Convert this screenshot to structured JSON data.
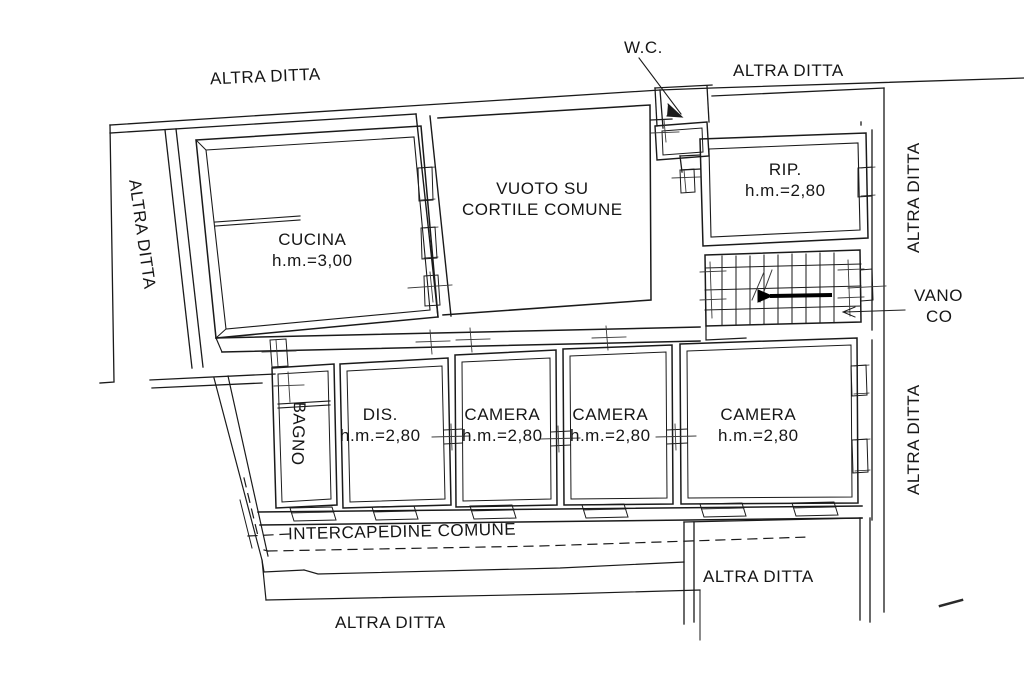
{
  "document": {
    "type": "architectural-floor-plan",
    "language": "it",
    "title": "Planimetria catastale"
  },
  "colors": {
    "line": "#1a1a1a",
    "thin_line": "#3a3a3a",
    "text": "#161616",
    "background": "#ffffff"
  },
  "rooms": [
    {
      "id": "cucina",
      "name": "CUCINA",
      "height_label": "h.m.=3,00"
    },
    {
      "id": "bagno",
      "name": "BAGNO",
      "height_label": ""
    },
    {
      "id": "dis",
      "name": "DIS.",
      "height_label": "h.m.=2,80"
    },
    {
      "id": "camera-1",
      "name": "CAMERA",
      "height_label": "h.m.=2,80"
    },
    {
      "id": "camera-2",
      "name": "CAMERA",
      "height_label": "h.m.=2,80"
    },
    {
      "id": "camera-3",
      "name": "CAMERA",
      "height_label": "h.m.=2,80"
    },
    {
      "id": "rip",
      "name": "RIP.",
      "height_label": "h.m.=2,80"
    }
  ],
  "annotations": {
    "wc": "W.C.",
    "courtyard_line1": "VUOTO SU",
    "courtyard_line2": "CORTILE COMUNE",
    "intercapedine": "INTERCAPEDINE COMUNE",
    "stairwell_line1": "VANO",
    "stairwell_line2": "CO"
  },
  "neighbors": [
    {
      "id": "altra-ditta-top-left",
      "label": "ALTRA DITTA"
    },
    {
      "id": "altra-ditta-top-right",
      "label": "ALTRA DITTA"
    },
    {
      "id": "altra-ditta-left",
      "label": "ALTRA DITTA"
    },
    {
      "id": "altra-ditta-right-upper",
      "label": "ALTRA DITTA"
    },
    {
      "id": "altra-ditta-right-lower",
      "label": "ALTRA DITTA"
    },
    {
      "id": "altra-ditta-bottom-right",
      "label": "ALTRA DITTA"
    },
    {
      "id": "altra-ditta-bottom",
      "label": "ALTRA DITTA"
    }
  ],
  "symbols": {
    "stair": "staircase-with-direction-arrow",
    "wc_leader": "leader-arrow",
    "stairwell_leader": "leader-arrow",
    "intercapedine_boundary": "dashed-boundary-line"
  }
}
